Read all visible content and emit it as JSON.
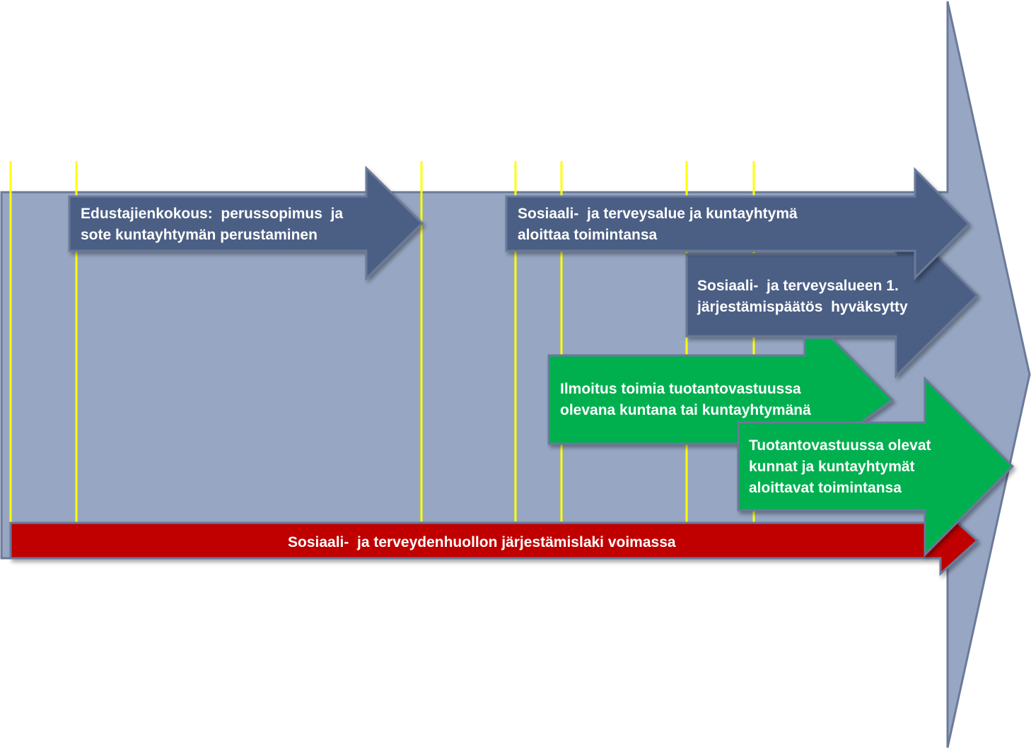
{
  "timeline": {
    "colors": {
      "background_arrow": "#97A7C3",
      "outline": "#6B7A99",
      "dark_blue": "#4C5E85",
      "green": "#00B050",
      "red": "#C00000",
      "marker_line": "#FFFF00",
      "text": "#FFFFFF"
    }
  },
  "arrows": {
    "edustajien": {
      "line1": "Edustajienkokous:  perussopimus  ja",
      "line2": "sote kuntayhtymän perustaminen"
    },
    "aloittaa": {
      "line1": "Sosiaali-  ja terveysalue ja kuntayhtymä",
      "line2": "aloittaa toimintansa"
    },
    "jarjestamispaatos": {
      "line1": "Sosiaali-  ja terveysalueen 1.",
      "line2": "järjestämispäätös  hyväksytty"
    },
    "ilmoitus": {
      "line1": "Ilmoitus toimia tuotantovastuussa",
      "line2": "olevana kuntana tai kuntayhtymänä"
    },
    "tuotanto": {
      "line1": "Tuotantovastuussa olevat",
      "line2": "kunnat ja kuntayhtymät",
      "line3": "aloittavat toimintansa"
    },
    "laki": {
      "label": "Sosiaali-  ja terveydenhuollon järjestämislaki voimassa"
    }
  }
}
